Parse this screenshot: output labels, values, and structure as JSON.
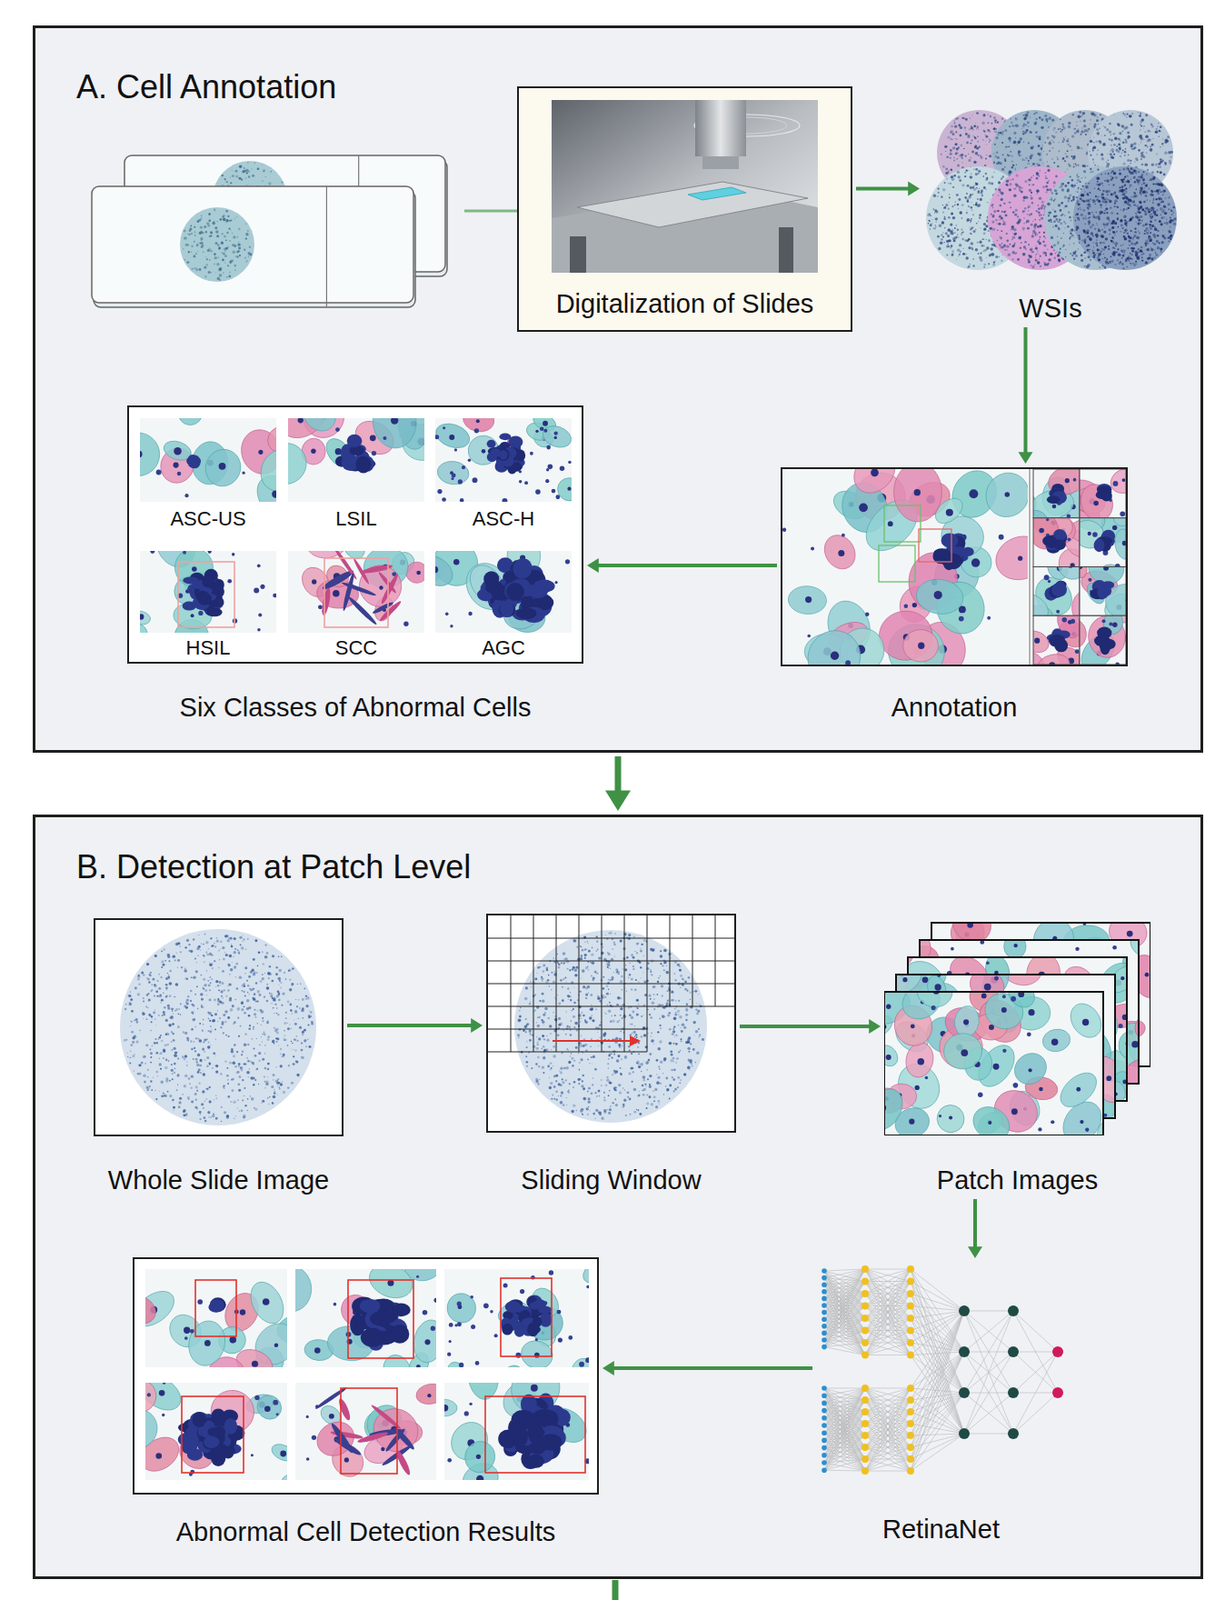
{
  "diagram": {
    "nodes": [
      {
        "text": [
          "A. Cell Annotation"
        ]
      },
      {
        "text": [
          "Digitalization of Slides"
        ],
        "in": 0
      },
      {
        "text": [
          "WSIs"
        ],
        "in": 0
      },
      {
        "text": [
          "Six Classes of Abnormal Cells"
        ],
        "in": 0
      },
      {
        "text": [
          "ASC-US"
        ],
        "in": 3
      },
      {
        "text": [
          "LSIL"
        ],
        "in": 3
      },
      {
        "text": [
          "ASC-H"
        ],
        "in": 3
      },
      {
        "text": [
          "HSIL"
        ],
        "in": 3
      },
      {
        "text": [
          "SCC"
        ],
        "in": 3
      },
      {
        "text": [
          "AGC"
        ],
        "in": 3
      },
      {
        "text": [
          "Annotation"
        ],
        "in": 0
      },
      {
        "text": [
          "B. Detection at Patch Level"
        ]
      },
      {
        "text": [
          "Whole Slide Image"
        ],
        "in": 11
      },
      {
        "text": [
          "Sliding Window"
        ],
        "in": 11
      },
      {
        "text": [
          "Patch Images"
        ],
        "in": 11
      },
      {
        "text": [
          "Abnormal Cell Detection Results"
        ],
        "in": 11
      },
      {
        "text": [
          "RetinaNet"
        ],
        "in": 11
      }
    ],
    "edges": [
      {
        "from": 1,
        "to": 2,
        "arrow": "to"
      },
      {
        "from": 2,
        "to": 10,
        "arrow": "to"
      },
      {
        "from": 10,
        "to": 3,
        "arrow": "to"
      },
      {
        "from": 0,
        "to": 11,
        "arrow": "to"
      },
      {
        "from": 12,
        "to": 13,
        "arrow": "to"
      },
      {
        "from": 13,
        "to": 14,
        "arrow": "to"
      },
      {
        "from": 14,
        "to": 16,
        "arrow": "to"
      },
      {
        "from": 16,
        "to": 15,
        "arrow": "to"
      }
    ]
  }
}
